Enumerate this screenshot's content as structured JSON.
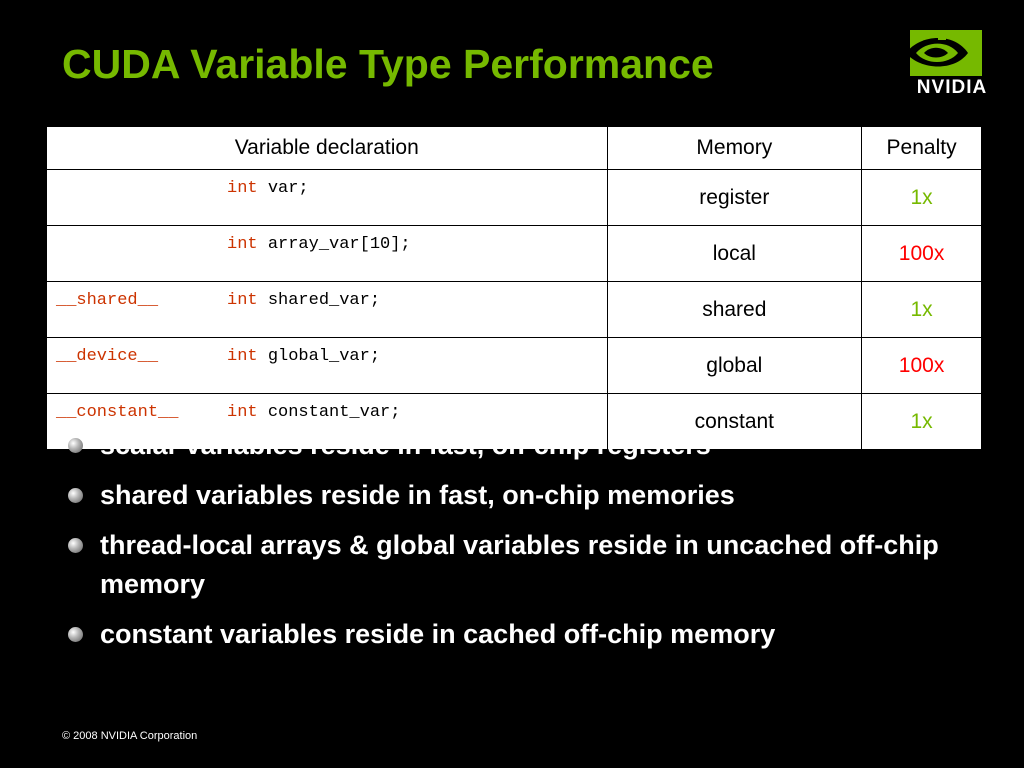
{
  "slide": {
    "title": "CUDA Variable Type Performance",
    "footer": "© 2008 NVIDIA Corporation"
  },
  "logo": {
    "name": "NVIDIA",
    "colors": {
      "mark": "#76b900",
      "text": "#ffffff"
    }
  },
  "table": {
    "headers": {
      "declaration": "Variable declaration",
      "memory": "Memory",
      "penalty": "Penalty"
    },
    "rows": [
      {
        "qualifier": "",
        "type": "int",
        "code": "var;",
        "memory": "register",
        "penalty": "1x",
        "penalty_color": "green"
      },
      {
        "qualifier": "",
        "type": "int",
        "code": "array_var[10];",
        "memory": "local",
        "penalty": "100x",
        "penalty_color": "red"
      },
      {
        "qualifier": "__shared__",
        "type": "int",
        "code": "shared_var;",
        "memory": "shared",
        "penalty": "1x",
        "penalty_color": "green"
      },
      {
        "qualifier": "__device__",
        "type": "int",
        "code": "global_var;",
        "memory": "global",
        "penalty": "100x",
        "penalty_color": "red"
      },
      {
        "qualifier": "__constant__",
        "type": "int",
        "code": "constant_var;",
        "memory": "constant",
        "penalty": "1x",
        "penalty_color": "green"
      }
    ]
  },
  "bullets": [
    "scalar variables reside in fast, on-chip registers",
    "shared variables reside in fast, on-chip memories",
    "thread-local arrays & global variables reside in uncached off-chip memory",
    "constant variables reside in cached off-chip memory"
  ],
  "colors": {
    "background": "#000000",
    "title": "#76b900",
    "keyword": "#cc3300",
    "penalty_green": "#76b900",
    "penalty_red": "#ff0000",
    "table_background": "#ffffff"
  }
}
